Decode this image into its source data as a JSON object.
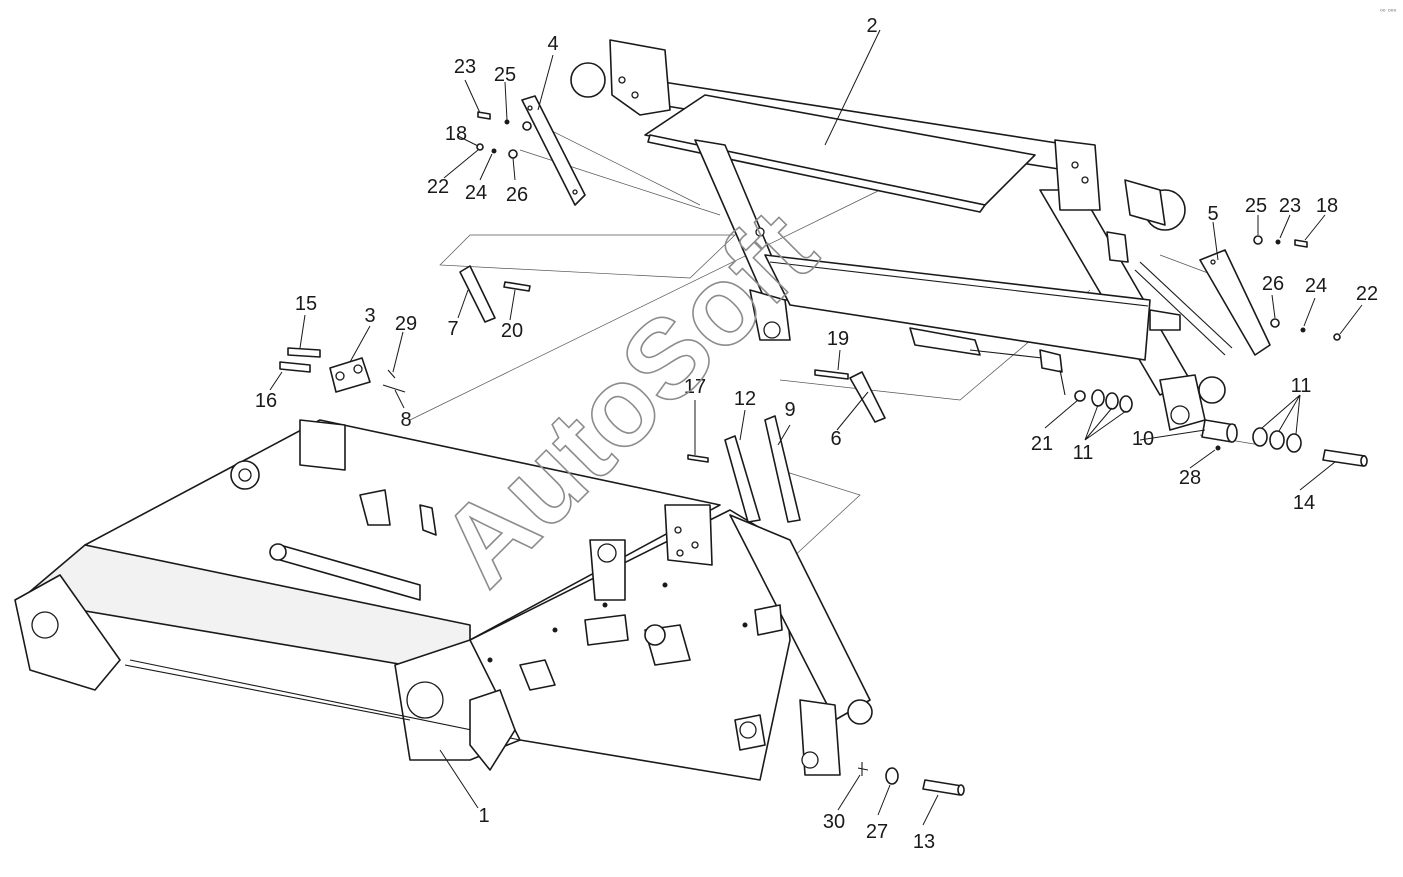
{
  "watermark": {
    "text": "AutoSoft",
    "color": "#8c8c8c"
  },
  "corner_mark": "⁰⁰ ⁰⁰⁰",
  "callouts": {
    "c1": "1",
    "c2": "2",
    "c3": "3",
    "c4": "4",
    "c5": "5",
    "c6": "6",
    "c7": "7",
    "c8": "8",
    "c9": "9",
    "c10": "10",
    "c11a": "11",
    "c11b": "11",
    "c12": "12",
    "c13": "13",
    "c14": "14",
    "c15": "15",
    "c16": "16",
    "c17": "17",
    "c18a": "18",
    "c18b": "18",
    "c19": "19",
    "c20": "20",
    "c21": "21",
    "c22a": "22",
    "c22b": "22",
    "c23a": "23",
    "c23b": "23",
    "c24a": "24",
    "c24b": "24",
    "c25a": "25",
    "c25b": "25",
    "c26a": "26",
    "c26b": "26",
    "c27": "27",
    "c28": "28",
    "c29": "29",
    "c30": "30"
  },
  "colors": {
    "line": "#1a1a1a",
    "background": "#ffffff",
    "shade": "#f2f2f2"
  }
}
